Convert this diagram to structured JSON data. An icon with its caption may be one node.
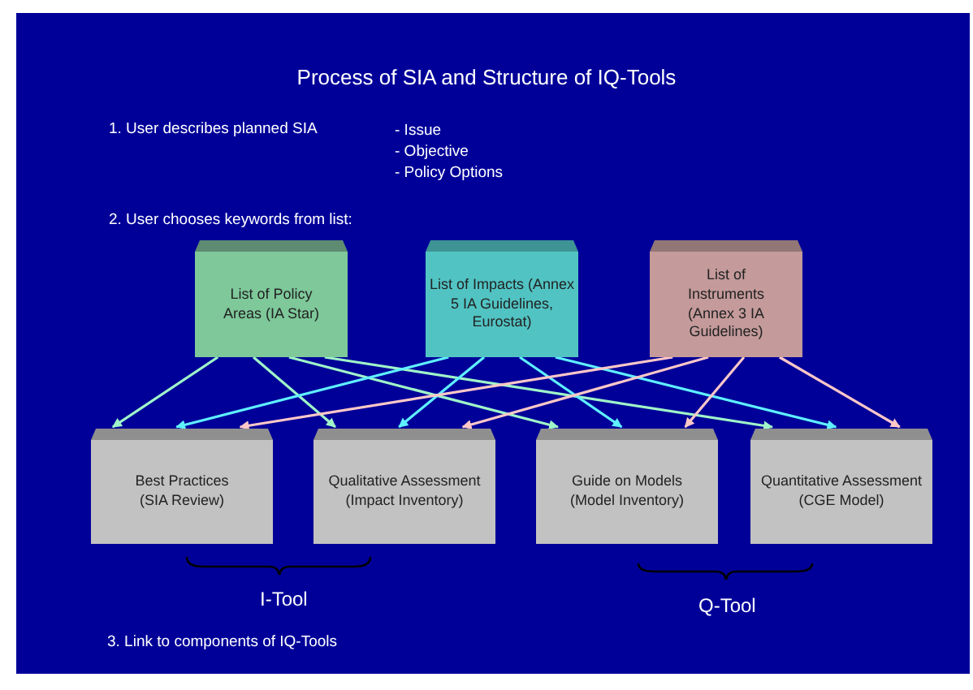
{
  "diagram": {
    "title": "Process of SIA and Structure of IQ-Tools",
    "nodes": [
      {
        "text": [
          "List of Policy Areas (IA Star)"
        ]
      },
      {
        "text": [
          "List of Impacts (Annex 5 IA Guidelines, Eurostat)"
        ]
      },
      {
        "text": [
          "List of Instruments (Annex 3 IA Guidelines)"
        ]
      },
      {
        "text": [
          "Best Practices",
          "(SIA Review)"
        ]
      },
      {
        "text": [
          "Qualitative Assessment",
          "(Impact Inventory)"
        ]
      },
      {
        "text": [
          "Guide on Models",
          "(Model Inventory)"
        ]
      },
      {
        "text": [
          "Quantitative Assessment",
          "(CGE Model)"
        ]
      }
    ],
    "edges": [
      {
        "from": 0,
        "to": 3,
        "arrow": "to",
        "color": "#9ff5c8"
      },
      {
        "from": 0,
        "to": 4,
        "arrow": "to",
        "color": "#9ff5c8"
      },
      {
        "from": 0,
        "to": 5,
        "arrow": "to",
        "color": "#9ff5c8"
      },
      {
        "from": 0,
        "to": 6,
        "arrow": "to",
        "color": "#9ff5c8"
      },
      {
        "from": 1,
        "to": 3,
        "arrow": "to",
        "color": "#5ff0ff"
      },
      {
        "from": 1,
        "to": 4,
        "arrow": "to",
        "color": "#5ff0ff"
      },
      {
        "from": 1,
        "to": 5,
        "arrow": "to",
        "color": "#5ff0ff"
      },
      {
        "from": 1,
        "to": 6,
        "arrow": "to",
        "color": "#5ff0ff"
      },
      {
        "from": 2,
        "to": 3,
        "arrow": "to",
        "color": "#ffc8c8"
      },
      {
        "from": 2,
        "to": 4,
        "arrow": "to",
        "color": "#ffc8c8"
      },
      {
        "from": 2,
        "to": 5,
        "arrow": "to",
        "color": "#ffc8c8"
      },
      {
        "from": 2,
        "to": 6,
        "arrow": "to",
        "color": "#ffc8c8"
      }
    ],
    "labels": [
      "1. User describes planned SIA",
      "- Issue",
      "- Objective",
      "- Policy Options",
      "2. User chooses keywords from list:",
      "I-Tool",
      "Q-Tool",
      "3. Link to components of IQ-Tools"
    ]
  }
}
